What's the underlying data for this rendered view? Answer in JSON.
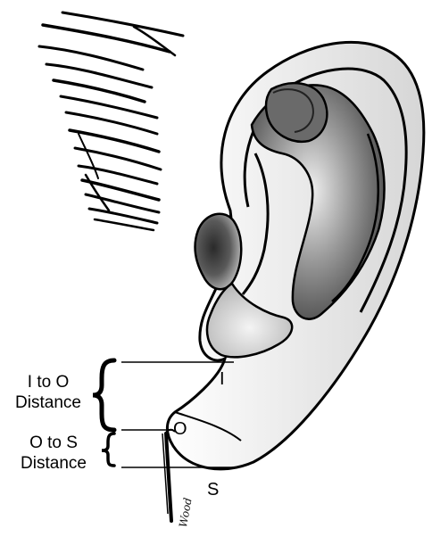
{
  "labels": {
    "i_to_o_line1": "I to O",
    "i_to_o_line2": "Distance",
    "o_to_s_line1": "O to S",
    "o_to_s_line2": "Distance",
    "point_i": "I",
    "point_o": "O",
    "point_s": "S"
  },
  "signature": "Wood",
  "colors": {
    "ink": "#000000",
    "shade_dark": "#3a3a3a",
    "shade_mid": "#8a8a8a",
    "shade_light": "#c8c8c8",
    "background": "#ffffff"
  }
}
